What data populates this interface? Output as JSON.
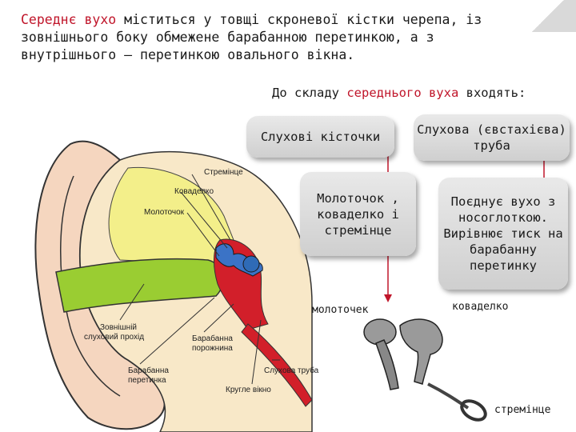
{
  "intro": {
    "part1": "Середнє вухо",
    "part2": " міститься у товщі скроневої кістки черепа, із зовнішнього боку обмежене барабанною перетинкою, а з внутрішнього – перетинкою овального вікна."
  },
  "subtitle": {
    "part1": "До складу ",
    "part2": "середнього вуха",
    "part3": " входять:"
  },
  "boxes": {
    "ossicles": "Слухові кісточки",
    "tube": "Слухова (євстахієва) труба",
    "ossicles_list": "Молоточок , коваделко і стремінце",
    "tube_desc": "Поєднує вухо з носоглоткою. Вирівнює тиск на барабанну перетинку"
  },
  "ossicle_labels": {
    "hammer": "молоточек",
    "anvil": "коваделко",
    "stirrup": "стремінце"
  },
  "ear_labels": {
    "stirrup": "Стремінце",
    "anvil": "Коваделко",
    "hammer": "Молоточок",
    "canal_1": "Зовнішній",
    "canal_2": "слуховий прохід",
    "cavity_1": "Барабанна",
    "cavity_2": "порожнина",
    "tube": "Слухова труба",
    "membrane_1": "Барабанна",
    "membrane_2": "перетинка",
    "window": "Круглe вікно"
  }
}
